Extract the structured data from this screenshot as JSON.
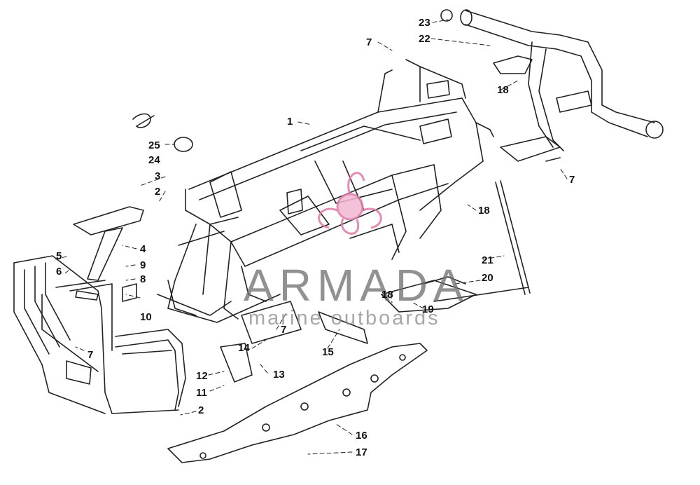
{
  "watermark": {
    "brand": "ARMADA",
    "tagline": "marine outboards",
    "logo_color": "#e07aa8"
  },
  "callouts": {
    "c1": "1",
    "c2a": "2",
    "c2b": "2",
    "c3": "3",
    "c4": "4",
    "c5": "5",
    "c6": "6",
    "c7a": "7",
    "c7b": "7",
    "c7c": "7",
    "c7d": "7",
    "c8": "8",
    "c9": "9",
    "c10": "10",
    "c11": "11",
    "c12": "12",
    "c13": "13",
    "c14": "14",
    "c15": "15",
    "c16": "16",
    "c17": "17",
    "c18a": "18",
    "c18b": "18",
    "c18c": "18",
    "c19": "19",
    "c20": "20",
    "c21": "21",
    "c22": "22",
    "c23": "23",
    "c24": "24",
    "c25": "25"
  }
}
